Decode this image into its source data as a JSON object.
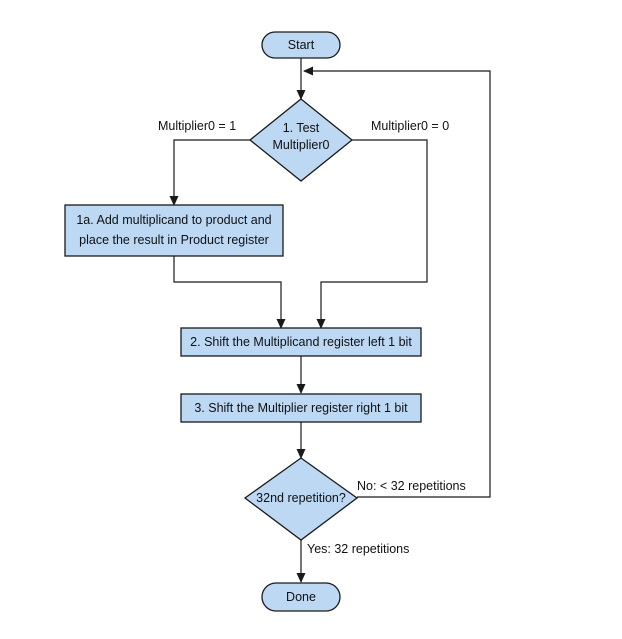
{
  "nodes": {
    "start": "Start",
    "test_line1": "1. Test",
    "test_line2": "Multiplier0",
    "add_line1": "1a.  Add multiplicand to product and",
    "add_line2": "place the result in Product register",
    "shift_multiplicand": "2.  Shift the Multiplicand register left 1 bit",
    "shift_multiplier": "3.  Shift the Multiplier register right 1 bit",
    "repetition": "32nd repetition?",
    "done": "Done"
  },
  "edges": {
    "multiplier_one": "Multiplier0 = 1",
    "multiplier_zero": "Multiplier0 = 0",
    "no_branch": "No: < 32 repetitions",
    "yes_branch": "Yes: 32 repetitions"
  },
  "colors": {
    "node_fill": "#bcd8f2",
    "stroke": "#1a1a1a"
  }
}
